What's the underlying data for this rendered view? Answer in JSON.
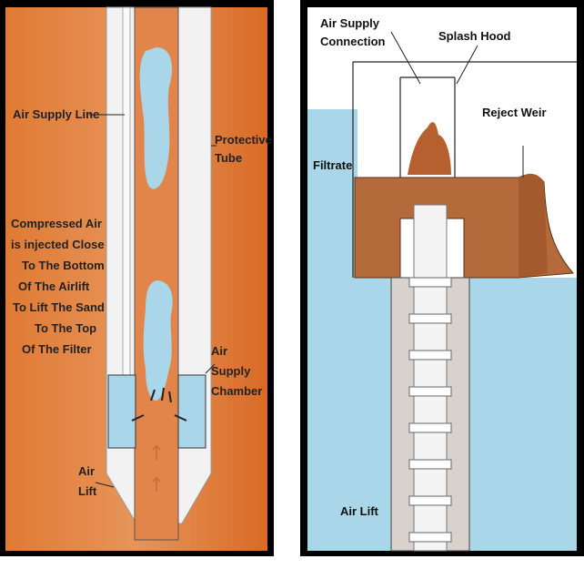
{
  "left_diagram": {
    "label_air_supply_line": "Air Supply Line",
    "label_protective": "Protective",
    "label_tube": "Tube",
    "description_lines": [
      "Compressed Air",
      "is injected Close",
      "To The Bottom",
      "Of The Airlift",
      "To Lift The Sand",
      "To The Top",
      "Of The  Filter"
    ],
    "label_air": "Air",
    "label_supply": "Supply",
    "label_chamber": "Chamber",
    "label_air_lift_1": "Air",
    "label_air_lift_2": "Lift"
  },
  "right_diagram": {
    "label_air_supply": "Air Supply",
    "label_connection": "Connection",
    "label_splash_hood": "Splash Hood",
    "label_reject_weir": "Reject Weir",
    "label_filtrate": "Filtrate",
    "label_air_lift": "Air Lift"
  },
  "colors": {
    "orange_bg": "#d9732f",
    "light_blue": "#a9d6e8",
    "sand": "#b56a3c",
    "tube_white": "#f2f2f2"
  }
}
